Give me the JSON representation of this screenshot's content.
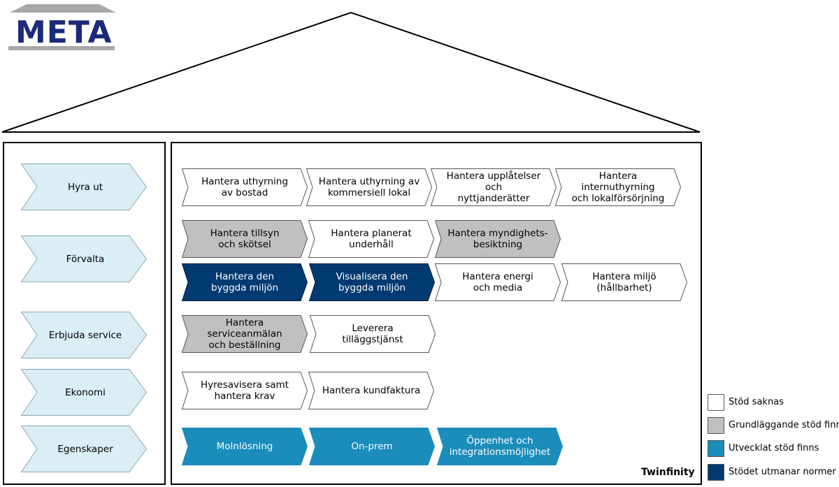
{
  "logo": {
    "text": "META"
  },
  "colors": {
    "none": "#ffffff",
    "basic": "#c0c0c0",
    "developed": "#1a8dbb",
    "challenges": "#003a70",
    "category": "#dbeef5",
    "logo_blue": "#1b2a7a",
    "logo_grey": "#a8a8a8"
  },
  "categories": [
    {
      "label": "Hyra ut"
    },
    {
      "label": "Förvalta"
    },
    {
      "label": "Erbjuda service"
    },
    {
      "label": "Ekonomi"
    },
    {
      "label": "Egenskaper"
    }
  ],
  "processes": [
    {
      "label": "Hantera uthyrning\nav bostad",
      "status": "none"
    },
    {
      "label": "Hantera uthyrning av\nkommersiell lokal",
      "status": "none"
    },
    {
      "label": "Hantera upplåtelser och\nnyttjanderätter",
      "status": "none"
    },
    {
      "label": "Hantera internuthyrning\noch lokalförsörjning",
      "status": "none"
    },
    {
      "label": "Hantera tillsyn\noch skötsel",
      "status": "basic"
    },
    {
      "label": "Hantera planerat\nunderhåll",
      "status": "none"
    },
    {
      "label": "Hantera myndighets-\nbesiktning",
      "status": "basic"
    },
    {
      "label": "Hantera den\nbyggda miljön",
      "status": "challenges"
    },
    {
      "label": "Visualisera den\nbyggda miljön",
      "status": "challenges"
    },
    {
      "label": "Hantera energi\noch media",
      "status": "none"
    },
    {
      "label": "Hantera miljö\n(hållbarhet)",
      "status": "none"
    },
    {
      "label": "Hantera serviceanmälan\noch beställning",
      "status": "basic"
    },
    {
      "label": "Leverera\ntilläggstjänst",
      "status": "none"
    },
    {
      "label": "Hyresavisera samt\nhantera krav",
      "status": "none"
    },
    {
      "label": "Hantera kundfaktura",
      "status": "none"
    },
    {
      "label": "Molnlösning",
      "status": "developed"
    },
    {
      "label": "On-prem",
      "status": "developed"
    },
    {
      "label": "Öppenhet och\nintegrationsmöjlighet",
      "status": "developed"
    }
  ],
  "legend": [
    {
      "label": "Stöd saknas",
      "status": "none"
    },
    {
      "label": "Grundläggande stöd finns",
      "status": "basic"
    },
    {
      "label": "Utvecklat stöd finns",
      "status": "developed"
    },
    {
      "label": "Stödet utmanar normer",
      "status": "challenges"
    }
  ],
  "brand": "Twinfinity"
}
